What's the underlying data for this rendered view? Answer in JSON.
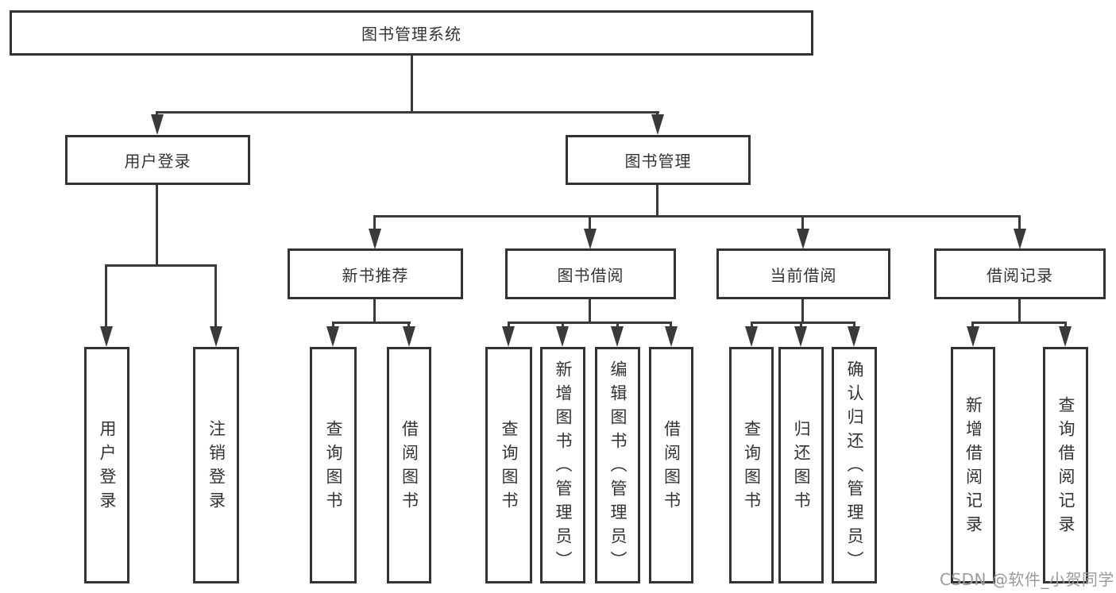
{
  "diagram": {
    "type": "hierarchy-tree",
    "title": "图书管理系统",
    "colors": {
      "line": "#3a3a3a",
      "box_border": "#333333",
      "text": "#333333",
      "background": "#ffffff",
      "watermark_text_color": "#9b9b9b"
    }
  },
  "nodes": {
    "root": {
      "label": "图书管理系统"
    },
    "level2": [
      {
        "id": "user-login",
        "label": "用户登录"
      },
      {
        "id": "book-mgmt",
        "label": "图书管理"
      }
    ],
    "level3": [
      {
        "id": "new-books",
        "label": "新书推荐",
        "parent": "book-mgmt"
      },
      {
        "id": "book-borrow",
        "label": "图书借阅",
        "parent": "book-mgmt"
      },
      {
        "id": "current-borrow",
        "label": "当前借阅",
        "parent": "book-mgmt"
      },
      {
        "id": "borrow-records",
        "label": "借阅记录",
        "parent": "book-mgmt"
      }
    ],
    "leaves": {
      "user_login": [
        "用户登录",
        "注销登录"
      ],
      "new_books": [
        "查询图书",
        "借阅图书"
      ],
      "book_borrow": [
        "查询图书",
        "新增图书（管理员）",
        "编辑图书（管理员）",
        "借阅图书"
      ],
      "current_borrow": [
        "查询图书",
        "归还图书",
        "确认归还（管理员）"
      ],
      "borrow_records": [
        "新增借阅记录",
        "查询借阅记录"
      ]
    }
  },
  "watermark": "CSDN @软件_小贺同学"
}
